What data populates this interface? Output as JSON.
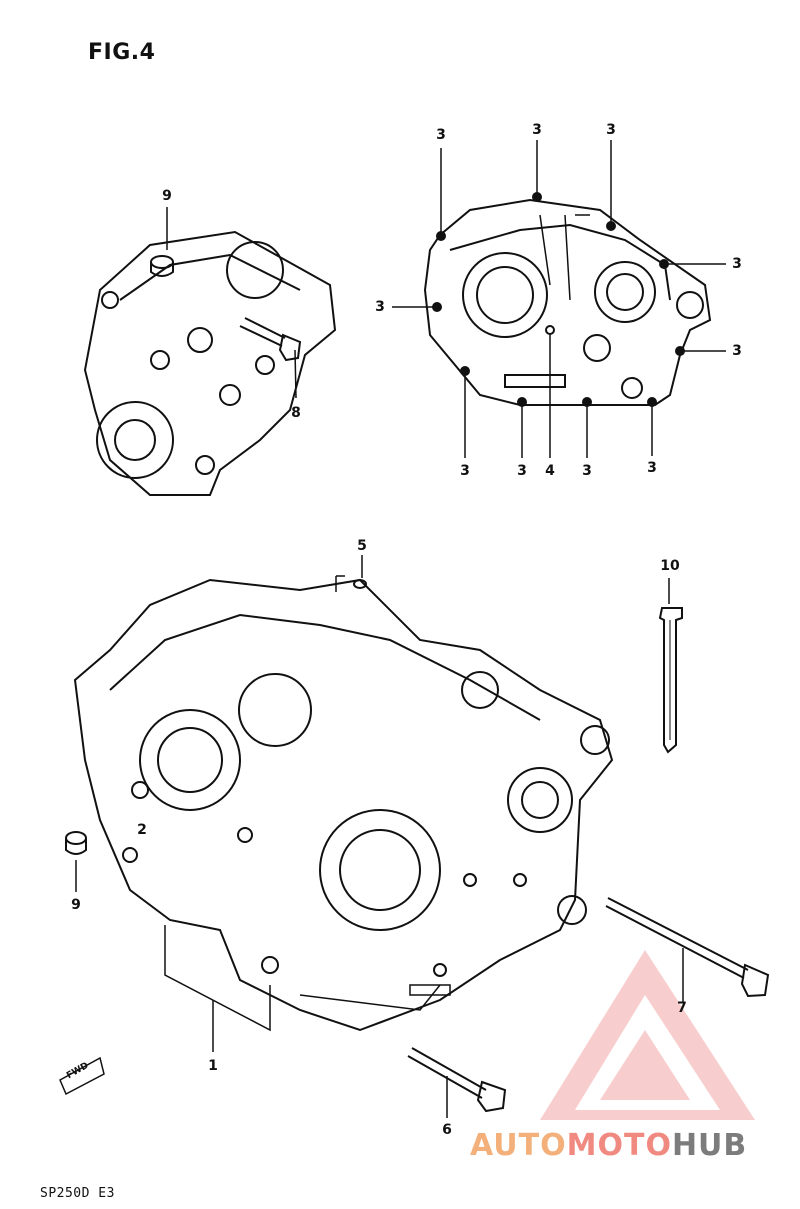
{
  "figure": {
    "title": "FIG.4",
    "code": "SP250D E3",
    "fwd_label": "FWD"
  },
  "brand": {
    "part1": "AUTO",
    "part2": "MOTO",
    "part3": "HUB",
    "logo_color": "#f4a6a6"
  },
  "callouts": {
    "c1": "1",
    "c2": "2",
    "c3": "3",
    "c4": "4",
    "c5": "5",
    "c6": "6",
    "c7": "7",
    "c8": "8",
    "c9": "9",
    "c10": "10"
  }
}
